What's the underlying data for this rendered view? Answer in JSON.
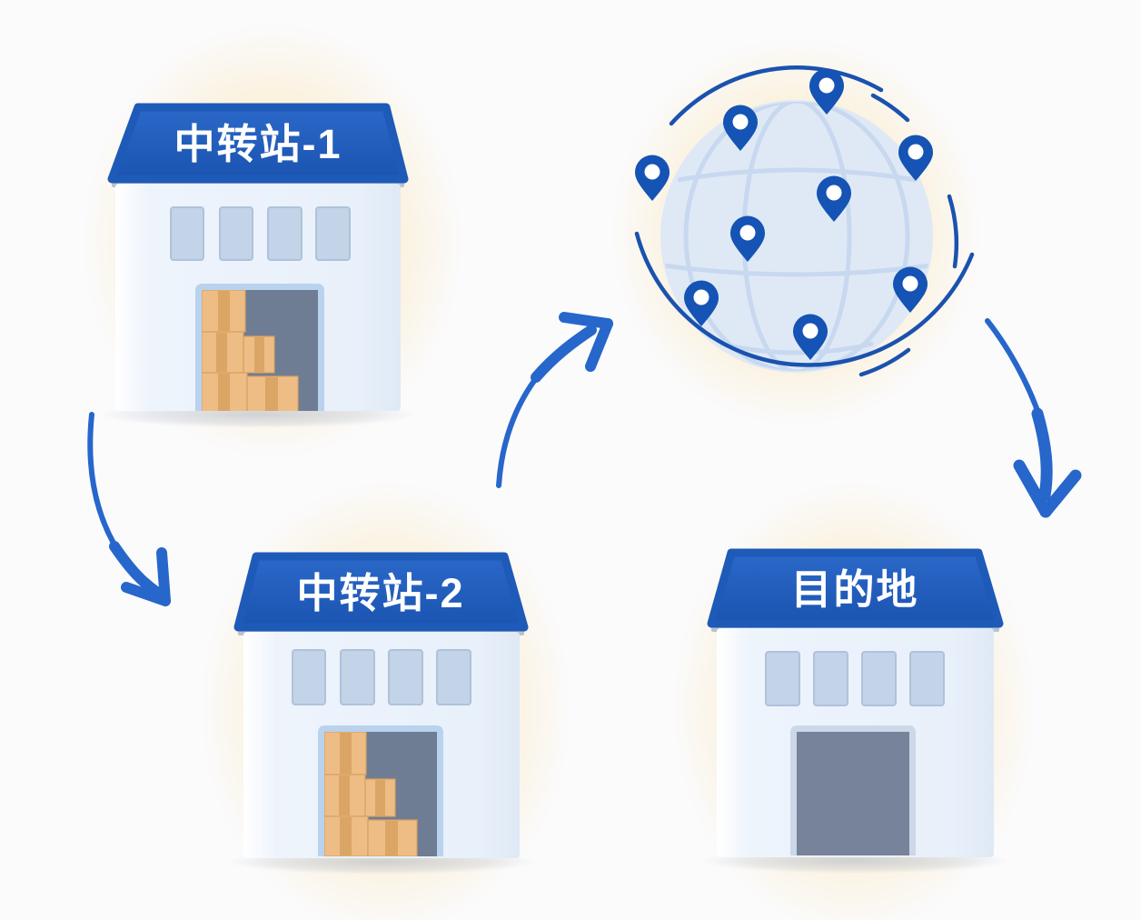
{
  "page": {
    "background": "#fbfbfc"
  },
  "diagram": {
    "nodes": {
      "station1": {
        "label": "中转站-1",
        "type": "warehouse-with-boxes"
      },
      "station2": {
        "label": "中转站-2",
        "type": "warehouse-with-boxes"
      },
      "destination": {
        "label": "目的地",
        "type": "warehouse-closed-door"
      },
      "globe": {
        "type": "globe-with-location-pins",
        "pin_count": 9
      }
    },
    "arrows": [
      {
        "from": "station1",
        "to": "station2"
      },
      {
        "from": "station2",
        "to": "globe"
      },
      {
        "from": "globe",
        "to": "destination"
      }
    ],
    "colors": {
      "background": "#fbfbfc",
      "roof_blue": "#1e5ab8",
      "arrow_blue": "#2766cb",
      "pin_blue": "#1553b4",
      "arc_blue": "#1a52ae",
      "globe_fill": "#dfe9f6",
      "globe_grid": "#c7d8ef",
      "window_fill": "#c3d3e8",
      "door_frame": "#b9d2ee",
      "door_interior": "#6e7d94",
      "closed_door": "#76839b",
      "box_tan": "#eebd86",
      "box_stripe": "#dba566",
      "halo_cream": "#fbf0d9",
      "label_text": "#ffffff"
    }
  }
}
